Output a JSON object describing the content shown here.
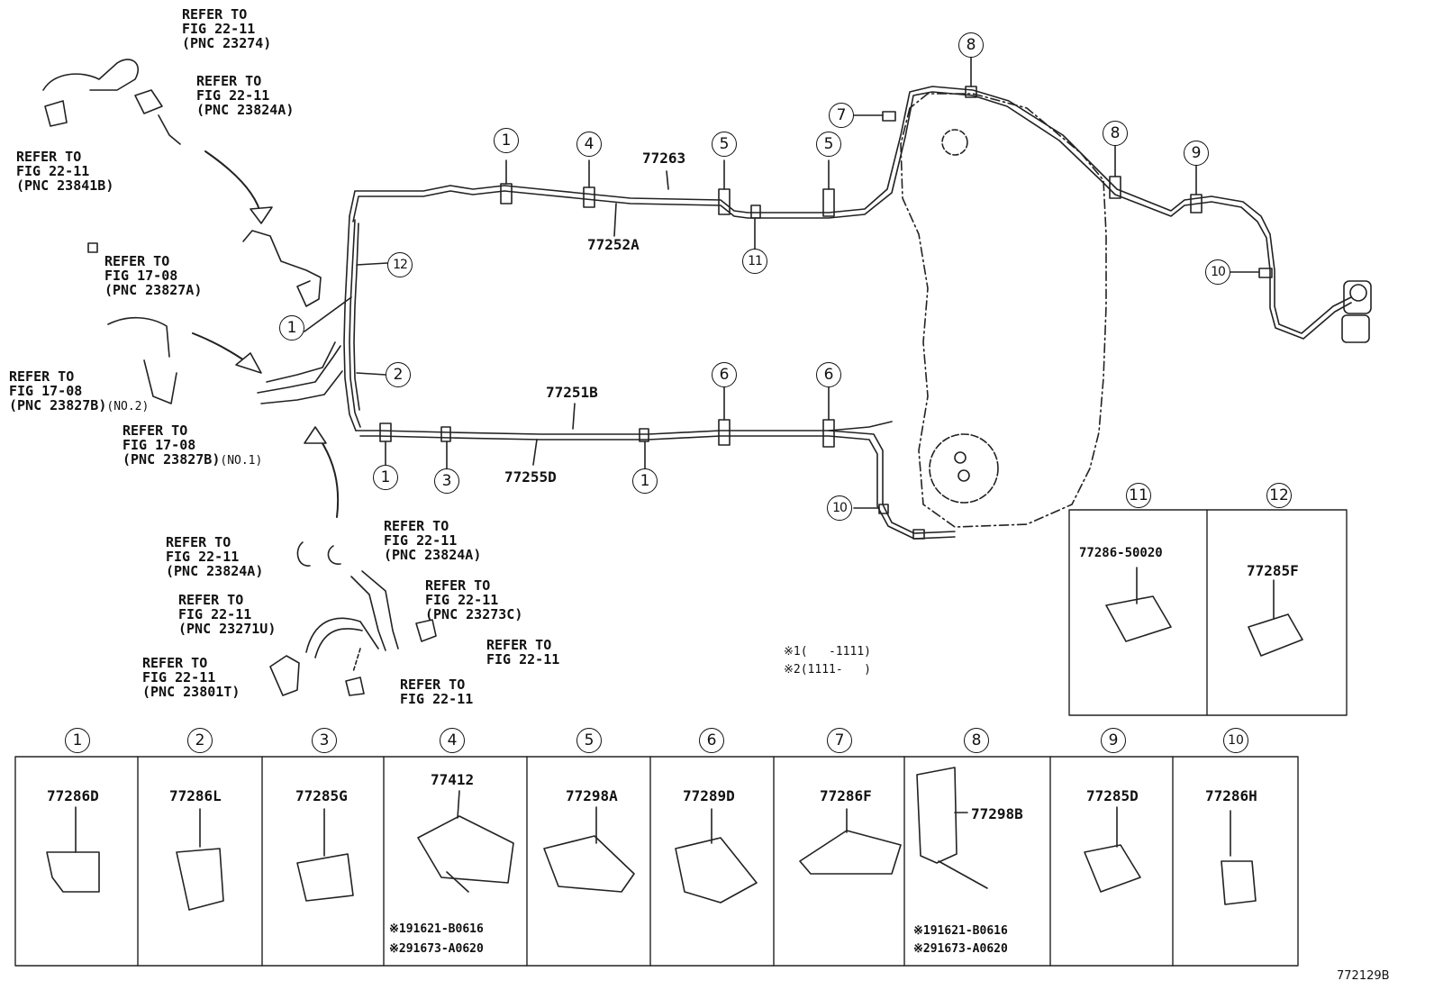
{
  "main_parts": {
    "p77263": "77263",
    "p77252A": "77252A",
    "p77251B": "77251B",
    "p77255D": "77255D"
  },
  "callouts": {
    "c1": "1",
    "c2": "2",
    "c3": "3",
    "c4": "4",
    "c5": "5",
    "c6": "6",
    "c7": "7",
    "c8": "8",
    "c9": "9",
    "c10": "10",
    "c11": "11",
    "c12": "12"
  },
  "refs": {
    "r1": [
      "REFER TO",
      "FIG 22-11",
      "(PNC 23274)"
    ],
    "r2": [
      "REFER TO",
      "FIG 22-11",
      "(PNC 23824A)"
    ],
    "r3": [
      "REFER TO",
      "FIG 22-11",
      "(PNC 23841B)"
    ],
    "r4": [
      "REFER TO",
      "FIG 17-08",
      "(PNC 23827A)"
    ],
    "r5": [
      "REFER TO",
      "FIG 17-08",
      "(PNC 23827B)"
    ],
    "r5_suffix": "(NO.2)",
    "r6": [
      "REFER TO",
      "FIG 17-08",
      "(PNC 23827B)"
    ],
    "r6_suffix": "(NO.1)",
    "r7": [
      "REFER TO",
      "FIG 22-11",
      "(PNC 23824A)"
    ],
    "r8": [
      "REFER TO",
      "FIG 22-11",
      "(PNC 23824A)"
    ],
    "r9": [
      "REFER TO",
      "FIG 22-11",
      "(PNC 23273C)"
    ],
    "r10": [
      "REFER TO",
      "FIG 22-11",
      "(PNC 23271U)"
    ],
    "r11": [
      "REFER TO",
      "FIG 22-11"
    ],
    "r12": [
      "REFER TO",
      "FIG 22-11",
      "(PNC 23801T)"
    ],
    "r13": [
      "REFER TO",
      "FIG 22-11"
    ]
  },
  "notes": {
    "n1": "※1(   -1111)",
    "n2": "※2(1111-   )"
  },
  "clamp_tiles": [
    {
      "num": "1",
      "part": "77286D"
    },
    {
      "num": "2",
      "part": "77286L"
    },
    {
      "num": "3",
      "part": "77285G"
    },
    {
      "num": "4",
      "part": "77412",
      "foot": [
        "※191621-B0616",
        "※291673-A0620"
      ]
    },
    {
      "num": "5",
      "part": "77298A"
    },
    {
      "num": "6",
      "part": "77289D"
    },
    {
      "num": "7",
      "part": "77286F"
    },
    {
      "num": "8",
      "part": "77298B",
      "foot": [
        "※191621-B0616",
        "※291673-A0620"
      ]
    },
    {
      "num": "9",
      "part": "77285D"
    },
    {
      "num": "10",
      "part": "77286H"
    }
  ],
  "side_tiles": [
    {
      "num": "11",
      "part": "77286-50020"
    },
    {
      "num": "12",
      "part": "77285F"
    }
  ],
  "figure_id": "772129B"
}
